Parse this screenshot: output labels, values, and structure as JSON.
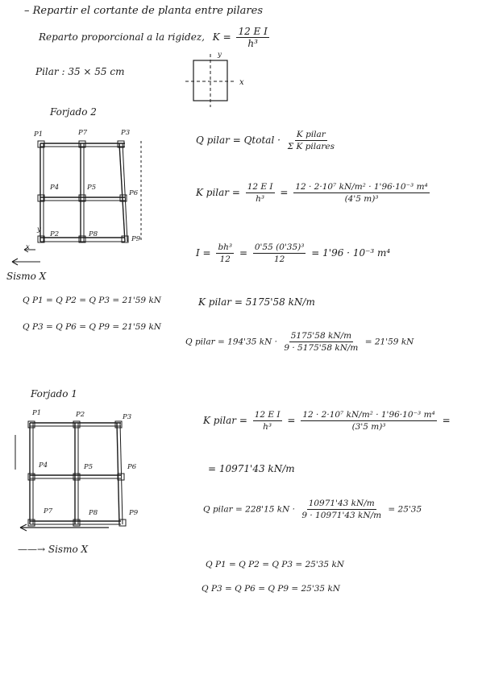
{
  "header": {
    "line1": "– Repartir el cortante de planta entre pilares",
    "line2": "Reparto proporcional a la rigidez,",
    "k_label": "K =",
    "k_num": "12 E I",
    "k_den": "h³"
  },
  "column": {
    "label": "Pilar : 35 × 55 cm",
    "axis_y": "y",
    "axis_x": "x"
  },
  "frame2": {
    "title": "Forjado 2",
    "pillars": [
      "P1",
      "P2",
      "P3",
      "P4",
      "P5",
      "P6",
      "P7",
      "P8",
      "P9"
    ],
    "seismic": "Sismo X",
    "axis_y": "y",
    "axis_x": "x"
  },
  "calc2": {
    "q_pilar": "Q pilar = Qtotal ·",
    "q_num": "K pilar",
    "q_den": "Σ K pilares",
    "k_lhs": "K pilar =",
    "k_num": "12 E I",
    "k_den": "h³",
    "k_eq": "=",
    "k_num2": "12 · 2·10⁷ kN/m² · 1'96·10⁻³ m⁴",
    "k_den2": "(4'5 m)³",
    "i_lhs": "I =",
    "i_num": "bh³",
    "i_den": "12",
    "i_eq": "=",
    "i_num2": "0'55 (0'35)³",
    "i_den2": "12",
    "i_result": "= 1'96 · 10⁻³ m⁴",
    "k_result": "K pilar = 5175'58 kN/m",
    "q_lhs": "Q pilar = 194'35 kN ·",
    "q_num2": "5175'58 kN/m",
    "q_den2": "9 · 5175'58 kN/m",
    "q_result": "= 21'59 kN",
    "res1": "Q P1 = Q P2 = Q P3 = 21'59 kN",
    "res2": "Q P3 = Q P6 = Q P9 = 21'59 kN"
  },
  "frame1": {
    "title": "Forjado 1",
    "pillars": [
      "P1",
      "P2",
      "P3",
      "P4",
      "P5",
      "P6",
      "P7",
      "P8",
      "P9"
    ],
    "seismic": "——→ Sismo X"
  },
  "calc1": {
    "k_lhs": "K pilar =",
    "k_num": "12 E I",
    "k_den": "h³",
    "k_eq": "=",
    "k_num2": "12 · 2·10⁷ kN/m² · 1'96·10⁻³ m⁴",
    "k_den2": "(3'5 m)³",
    "k_eq2": "=",
    "k_result": "= 10971'43 kN/m",
    "q_lhs": "Q pilar = 228'15 kN ·",
    "q_num": "10971'43 kN/m",
    "q_den": "9 · 10971'43 kN/m",
    "q_result": "= 25'35",
    "res1": "Q P1 = Q P2 = Q P3 = 25'35 kN",
    "res2": "Q P3 = Q P6 = Q P9 = 25'35 kN"
  }
}
